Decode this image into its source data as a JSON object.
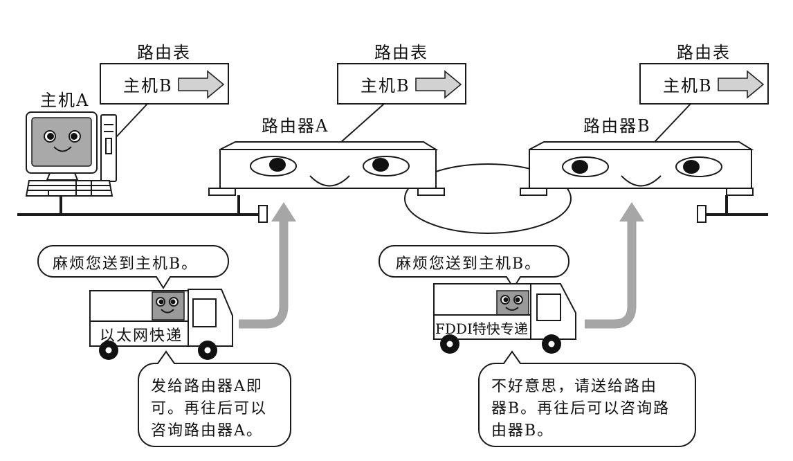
{
  "routing_tables": [
    {
      "title": "路由表",
      "entry": "主机B"
    },
    {
      "title": "路由表",
      "entry": "主机B"
    },
    {
      "title": "路由表",
      "entry": "主机B"
    }
  ],
  "host_a": {
    "label": "主机A"
  },
  "routers": [
    {
      "label": "路由器A"
    },
    {
      "label": "路由器B"
    }
  ],
  "deliveries": [
    {
      "service": "以太网快递",
      "request": "麻烦您送到主机B。",
      "reply_lines": [
        "发给路由器A即",
        "可。再往后可以",
        "咨询路由器A。"
      ]
    },
    {
      "service": "FDDI特快专递",
      "request": "麻烦您送到主机B。",
      "reply_lines": [
        "不好意思，请送给路由",
        "器B。再往后可以咨询路",
        "由器B。"
      ]
    }
  ],
  "colors": {
    "flow_arrow": "#a6a6a6",
    "table_arrow": "#d2d2d2",
    "screen": "#a9a9a9",
    "face": "#9a9a9a"
  }
}
